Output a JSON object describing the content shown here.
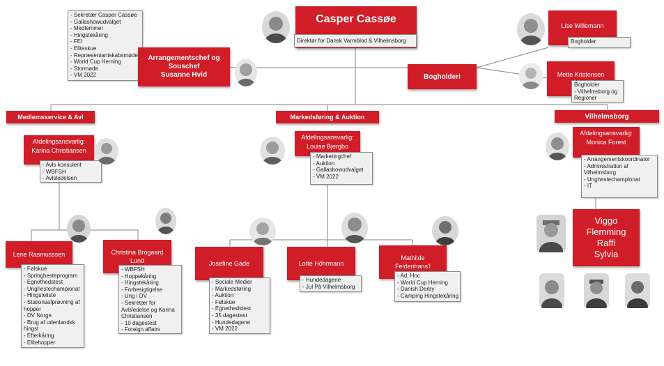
{
  "director": {
    "name": "Casper Cassøe",
    "title": "Direktør for Dansk Varmblod & Vilhelmsborg"
  },
  "events_chief": {
    "title": "Arrangementschef og Souschef",
    "name": "Susanne Hvid",
    "tasks": [
      "- Sekretær Casper Cassøe",
      "- Gallashowudvalget",
      "- Medlemmer",
      "- Hingstekåring",
      "- FEI",
      "- Eliteskue",
      "- Repræsentantskabsmøde",
      "- World Cup Herning",
      "- Stormøde",
      "- VM 2022"
    ]
  },
  "accounting": {
    "label": "Bogholderi",
    "staff": [
      {
        "name": "Lise Willemann",
        "tasks": [
          "Bogholder"
        ]
      },
      {
        "name": "Mette Kristensen",
        "tasks": [
          "Bogholder",
          "- Vilhelmsborg og",
          "Regioner"
        ]
      }
    ]
  },
  "departments": [
    {
      "name": "Medlemsservice & Avl",
      "head_label": "Afdelingsansvarlig:",
      "head_name": "Karina Christiansen",
      "tasks": [
        "- Avls konsulent",
        "- WBFSH",
        "- Avlsledelsen"
      ],
      "staff": [
        {
          "name": "Lene Rasmusssen",
          "tasks": [
            "- Følskue",
            "- Springhesteprogram",
            "- Egnethedstest",
            "- Unghestechampionat",
            "- Hingsteliste",
            "- Stationsafprøvning af",
            "hopper",
            "- DV Norge",
            "- Brug af udenlandsk",
            "hingst",
            "- Efterkåring",
            "- Elitehopper"
          ]
        },
        {
          "name": "Christina Brogaard Lund",
          "tasks": [
            "- WBFSH",
            "- Hoppekåring",
            "- Hingstekåring",
            "- Forbesigtigelse",
            "- Ung i DV",
            "- Sekretær for",
            "Avlsledelse og Karina",
            "Christiansen",
            "- 10 dagestest",
            "- Foreign affairs"
          ]
        }
      ]
    },
    {
      "name": "Markedsføring & Auktion",
      "head_label": "Afdelingsansvarlig:",
      "head_name": "Louise Bjergbo",
      "tasks": [
        "- Marketingchef",
        "- Auktion",
        "- Gallashowudvalget",
        "- VM 2022"
      ],
      "staff": [
        {
          "name": "Josefine Gade",
          "tasks": [
            "- Sociale Medier",
            "- Markedsføring",
            "- Auktion",
            "- Følskue",
            "- Egnethedstest",
            "- 35 dagestest",
            "- Hundedagene",
            "- VM 2022"
          ]
        },
        {
          "name": "Lotte Höhrmann",
          "tasks": [
            "- Hundedagene",
            "- Jul På Vilhelmsborg"
          ]
        },
        {
          "name": "Mathilde Feidenhans'l",
          "tasks": [
            "- Ad. Hoc",
            "- World Cup Herning",
            "- Danish Derby",
            "- Camping Hingstekåring"
          ]
        }
      ]
    },
    {
      "name": "Vilhelmsborg",
      "head_label": "Afdelingsansvarlig:",
      "head_name": "Monica Forest",
      "tasks": [
        "- Arrangementskoordinator",
        "- Administration af",
        "Vilhelmsborg",
        "- Unghestechampionat",
        "- IT"
      ],
      "staff_names": [
        "Viggo",
        "Flemming",
        "Raffi",
        "Sylvia"
      ]
    }
  ],
  "colors": {
    "box_red": "#d11d27",
    "connector": "#9a9a9a",
    "note_bg": "#f0f0f0"
  }
}
